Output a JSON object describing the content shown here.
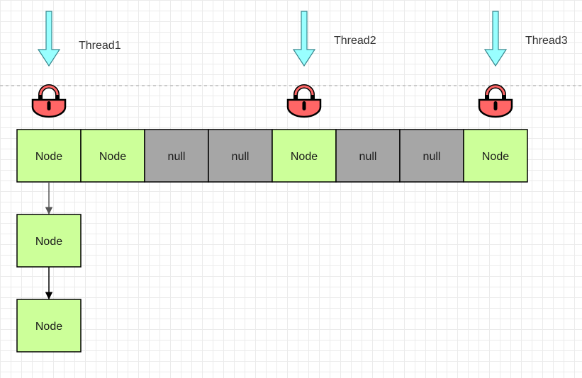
{
  "threads": [
    {
      "label": "Thread1"
    },
    {
      "label": "Thread2"
    },
    {
      "label": "Thread3"
    }
  ],
  "array": {
    "cells": [
      {
        "label": "Node",
        "state": "node",
        "locked": true
      },
      {
        "label": "Node",
        "state": "node",
        "locked": false
      },
      {
        "label": "null",
        "state": "null",
        "locked": false
      },
      {
        "label": "null",
        "state": "null",
        "locked": false
      },
      {
        "label": "Node",
        "state": "node",
        "locked": true
      },
      {
        "label": "null",
        "state": "null",
        "locked": false
      },
      {
        "label": "null",
        "state": "null",
        "locked": false
      },
      {
        "label": "Node",
        "state": "node",
        "locked": true
      }
    ]
  },
  "chain": [
    {
      "label": "Node"
    },
    {
      "label": "Node"
    }
  ],
  "colors": {
    "node_fill": "#ccff99",
    "null_fill": "#a6a6a6",
    "border": "#000000",
    "thread_arrow_fill": "#99ffff",
    "thread_arrow_stroke": "#36868d",
    "lock_fill": "#ff6666",
    "lock_stroke": "#000000"
  }
}
